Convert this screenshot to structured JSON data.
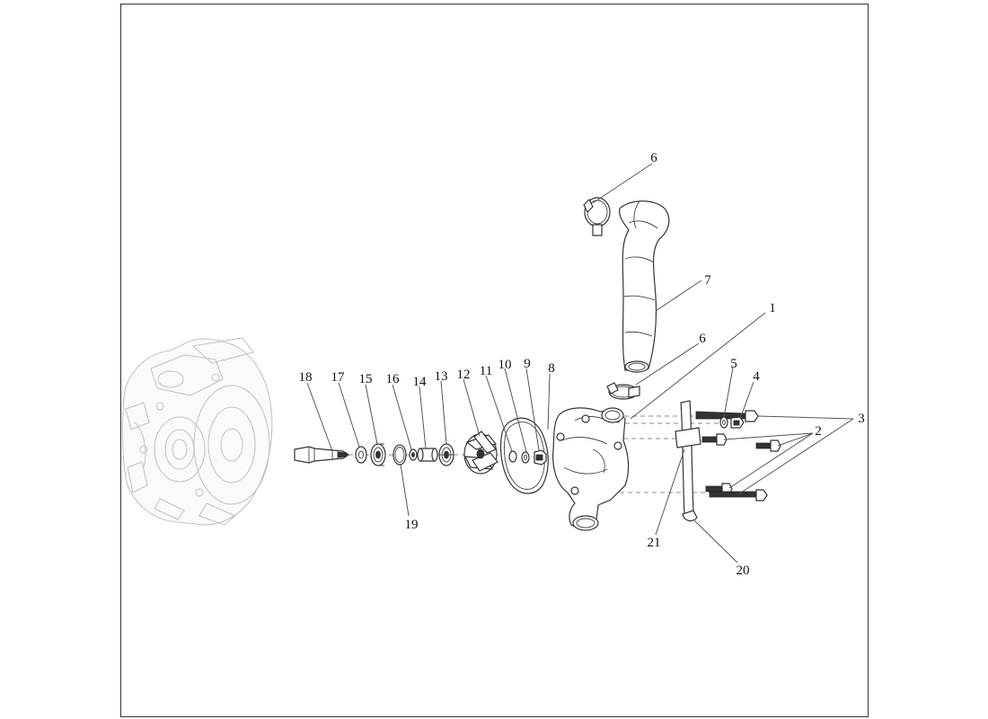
{
  "diagram": {
    "callouts": [
      {
        "id": "c1",
        "text": "1"
      },
      {
        "id": "c2",
        "text": "2"
      },
      {
        "id": "c3",
        "text": "3"
      },
      {
        "id": "c4",
        "text": "4"
      },
      {
        "id": "c5",
        "text": "5"
      },
      {
        "id": "c6a",
        "text": "6"
      },
      {
        "id": "c6b",
        "text": "6"
      },
      {
        "id": "c7",
        "text": "7"
      },
      {
        "id": "c8",
        "text": "8"
      },
      {
        "id": "c9",
        "text": "9"
      },
      {
        "id": "c10",
        "text": "10"
      },
      {
        "id": "c11",
        "text": "11"
      },
      {
        "id": "c12",
        "text": "12"
      },
      {
        "id": "c13",
        "text": "13"
      },
      {
        "id": "c14",
        "text": "14"
      },
      {
        "id": "c15",
        "text": "15"
      },
      {
        "id": "c16",
        "text": "16"
      },
      {
        "id": "c17",
        "text": "17"
      },
      {
        "id": "c18",
        "text": "18"
      },
      {
        "id": "c19",
        "text": "19"
      },
      {
        "id": "c20",
        "text": "20"
      },
      {
        "id": "c21",
        "text": "21"
      }
    ]
  }
}
